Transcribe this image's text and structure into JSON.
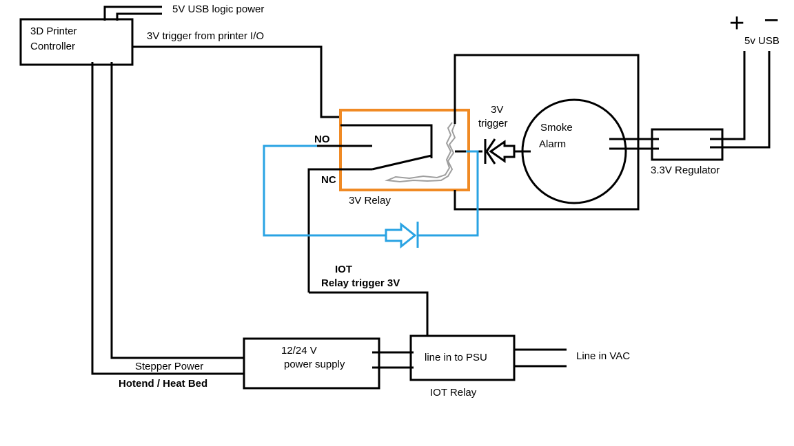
{
  "colors": {
    "wire": "#000000",
    "signal_wire": "#29a3e3",
    "relay_outline": "#f08a24",
    "coil_sketch": "#9e9e9e",
    "background": "#ffffff"
  },
  "labels": {
    "usb_logic_power": "5V USB logic power",
    "printer_controller_line1": "3D Printer",
    "printer_controller_line2": "Controller",
    "trigger_from_printer": "3V trigger from printer I/O",
    "relay_no": "NO",
    "relay_nc": "NC",
    "relay_name": "3V  Relay",
    "alarm_trigger_line1": "3V",
    "alarm_trigger_line2": "trigger",
    "smoke_alarm_line1": "Smoke",
    "smoke_alarm_line2": "Alarm",
    "regulator": "3.3V Regulator",
    "usb_plus": "+",
    "usb_minus": "−",
    "usb_label": "5v USB",
    "iot_trigger_line1": "IOT",
    "iot_trigger_line2": "Relay trigger 3V",
    "psu_line1": "12/24 V",
    "psu_line2": "power supply",
    "iot_box": "line in to PSU",
    "iot_relay": "IOT Relay",
    "line_in": "Line in  VAC",
    "stepper_power": "Stepper Power",
    "hotend_heatbed": "Hotend / Heat Bed"
  },
  "icons": {
    "blue_diode": "diode-icon",
    "alarm_diode": "diode-icon",
    "relay_coil": "coil-icon",
    "relay_switch": "switch-contact-icon"
  }
}
